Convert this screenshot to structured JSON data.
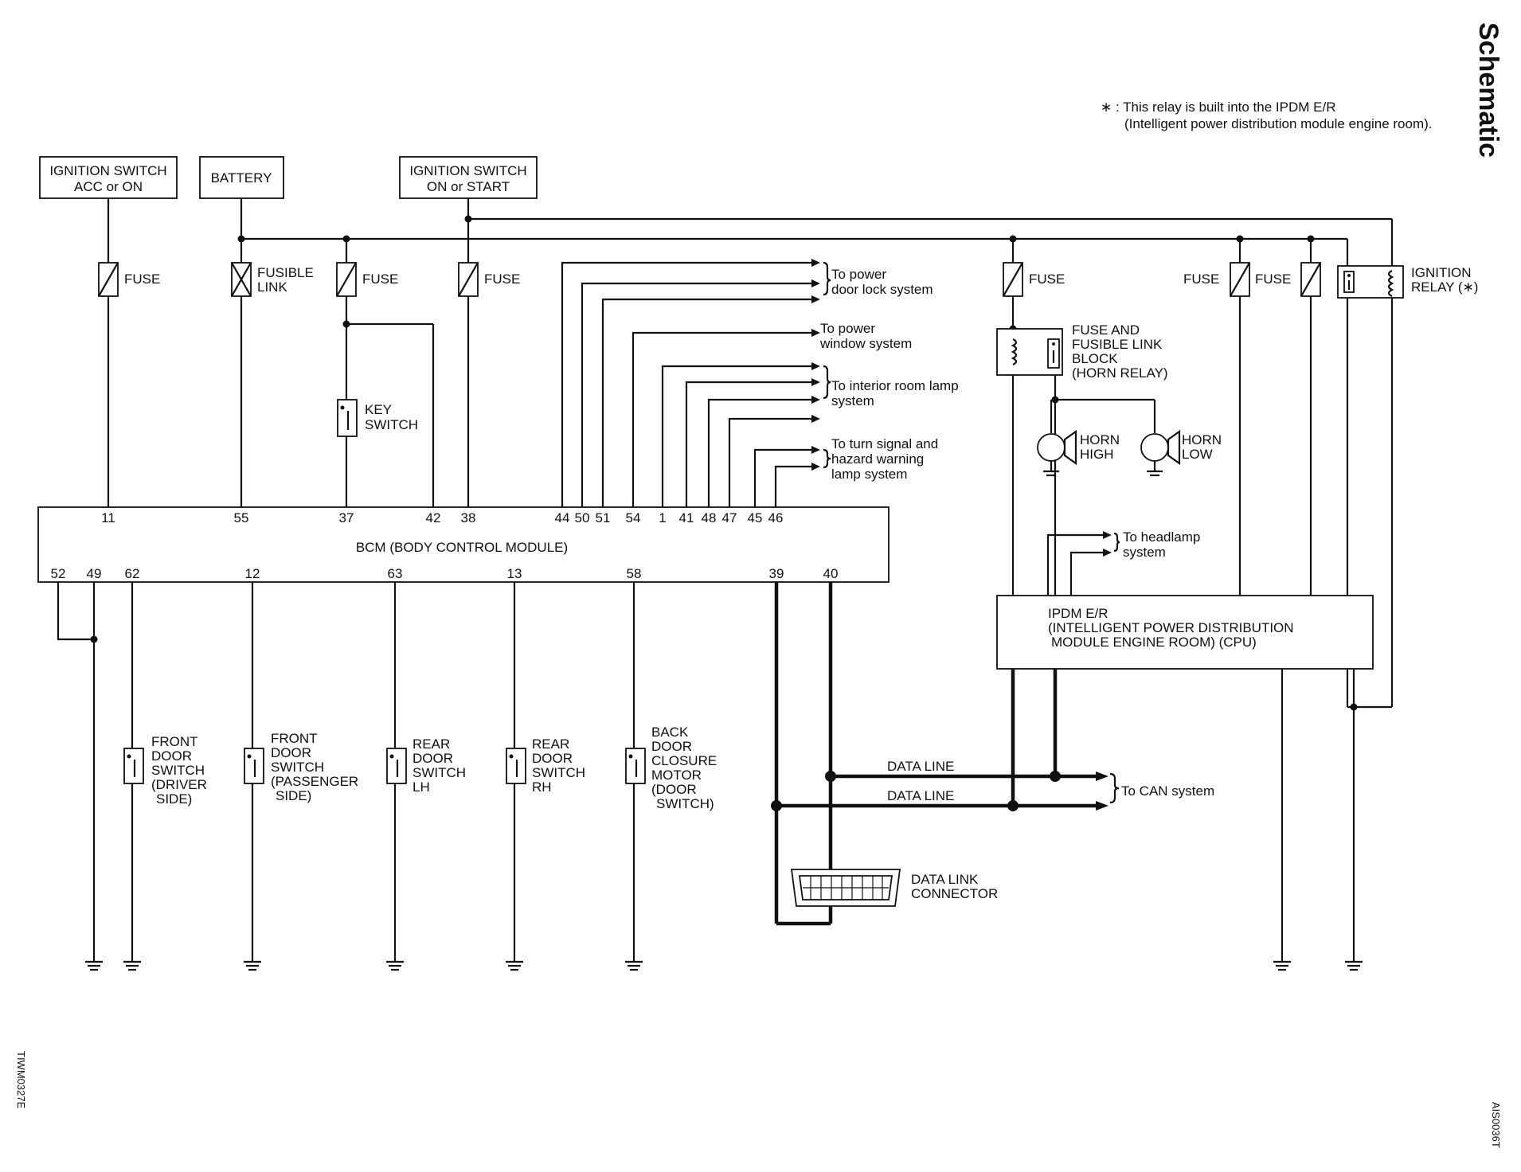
{
  "title": "Schematic",
  "note": {
    "line1": "∗ : This relay is built into the IPDM E/R",
    "line2": "(Intelligent power distribution module engine room)."
  },
  "sources": {
    "ign_acc": [
      "IGNITION SWITCH",
      "ACC or ON"
    ],
    "battery": "BATTERY",
    "ign_start": [
      "IGNITION SWITCH",
      "ON or START"
    ]
  },
  "fuse": "FUSE",
  "fusible_link": [
    "FUSIBLE",
    "LINK"
  ],
  "key_switch": [
    "KEY",
    "SWITCH"
  ],
  "ignition_relay": [
    "IGNITION",
    "RELAY (∗)"
  ],
  "horn_block": [
    "FUSE AND",
    "FUSIBLE LINK",
    "BLOCK",
    "(HORN RELAY)"
  ],
  "horns": {
    "high": [
      "HORN",
      "HIGH"
    ],
    "low": [
      "HORN",
      "LOW"
    ]
  },
  "outputs": {
    "door_lock": [
      "To power",
      "door lock system"
    ],
    "window": [
      "To power",
      "window system"
    ],
    "interior": [
      "To interior room lamp",
      "system"
    ],
    "turn": [
      "To turn signal and",
      "hazard warning",
      "lamp system"
    ],
    "headlamp": [
      "To headlamp",
      "system"
    ],
    "can": "To CAN system"
  },
  "bcm": {
    "label": "BCM (BODY CONTROL MODULE)",
    "top_pins": [
      "11",
      "55",
      "37",
      "42",
      "38",
      "44",
      "50",
      "51",
      "54",
      "1",
      "41",
      "48",
      "47",
      "45",
      "46"
    ],
    "bottom_pins": [
      "52",
      "49",
      "62",
      "12",
      "63",
      "13",
      "58",
      "39",
      "40"
    ]
  },
  "ipdm": [
    "IPDM E/R",
    "(INTELLIGENT POWER DISTRIBUTION",
    "MODULE ENGINE ROOM) (CPU)"
  ],
  "switches": {
    "front_driver": [
      "FRONT",
      "DOOR",
      "SWITCH",
      "(DRIVER",
      "SIDE)"
    ],
    "front_passenger": [
      "FRONT",
      "DOOR",
      "SWITCH",
      "(PASSENGER",
      "SIDE)"
    ],
    "rear_lh": [
      "REAR",
      "DOOR",
      "SWITCH",
      "LH"
    ],
    "rear_rh": [
      "REAR",
      "DOOR",
      "SWITCH",
      "RH"
    ],
    "back_door": [
      "BACK",
      "DOOR",
      "CLOSURE",
      "MOTOR",
      "(DOOR",
      "SWITCH)"
    ]
  },
  "data_line": "DATA LINE",
  "dlc": [
    "DATA LINK",
    "CONNECTOR"
  ],
  "codes": {
    "left": "TIWM0327E",
    "right": "AIS0036T"
  }
}
